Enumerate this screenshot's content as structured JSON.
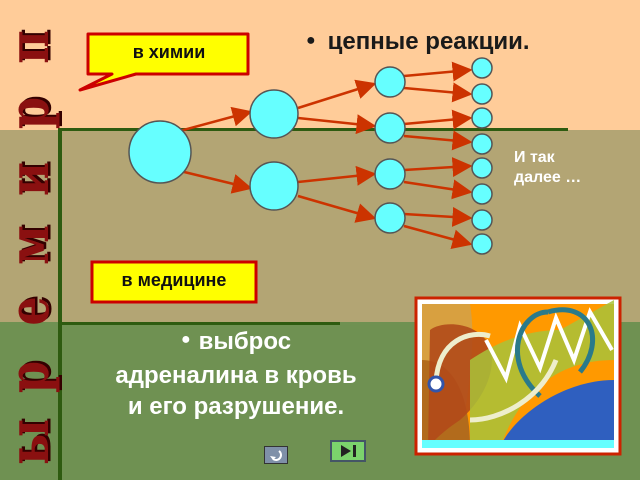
{
  "side_letters": [
    "п",
    "р",
    "и",
    "м",
    "е",
    "р",
    "ы"
  ],
  "title": "цепные реакции.",
  "callout_chemistry": "в химии",
  "callout_medicine": "в медицине",
  "etc_label_1": "И так",
  "etc_label_2": "далее …",
  "bottom_text_1": "выброс",
  "bottom_text_2": "адреналина в кровь",
  "bottom_text_3": "и его разрушение.",
  "colors": {
    "top_band": "#ffcc99",
    "mid_band": "#b3a574",
    "bottom_band": "#6f9152",
    "node_fill": "#66ffff",
    "arrow": "#cc3300",
    "callout_fill": "#ffff00",
    "callout_border": "#cc0000"
  },
  "icons": {
    "return_button": "return-arrow-icon",
    "next_button": "play-end-icon",
    "illustration": "stethoscope-heart-illustration"
  }
}
